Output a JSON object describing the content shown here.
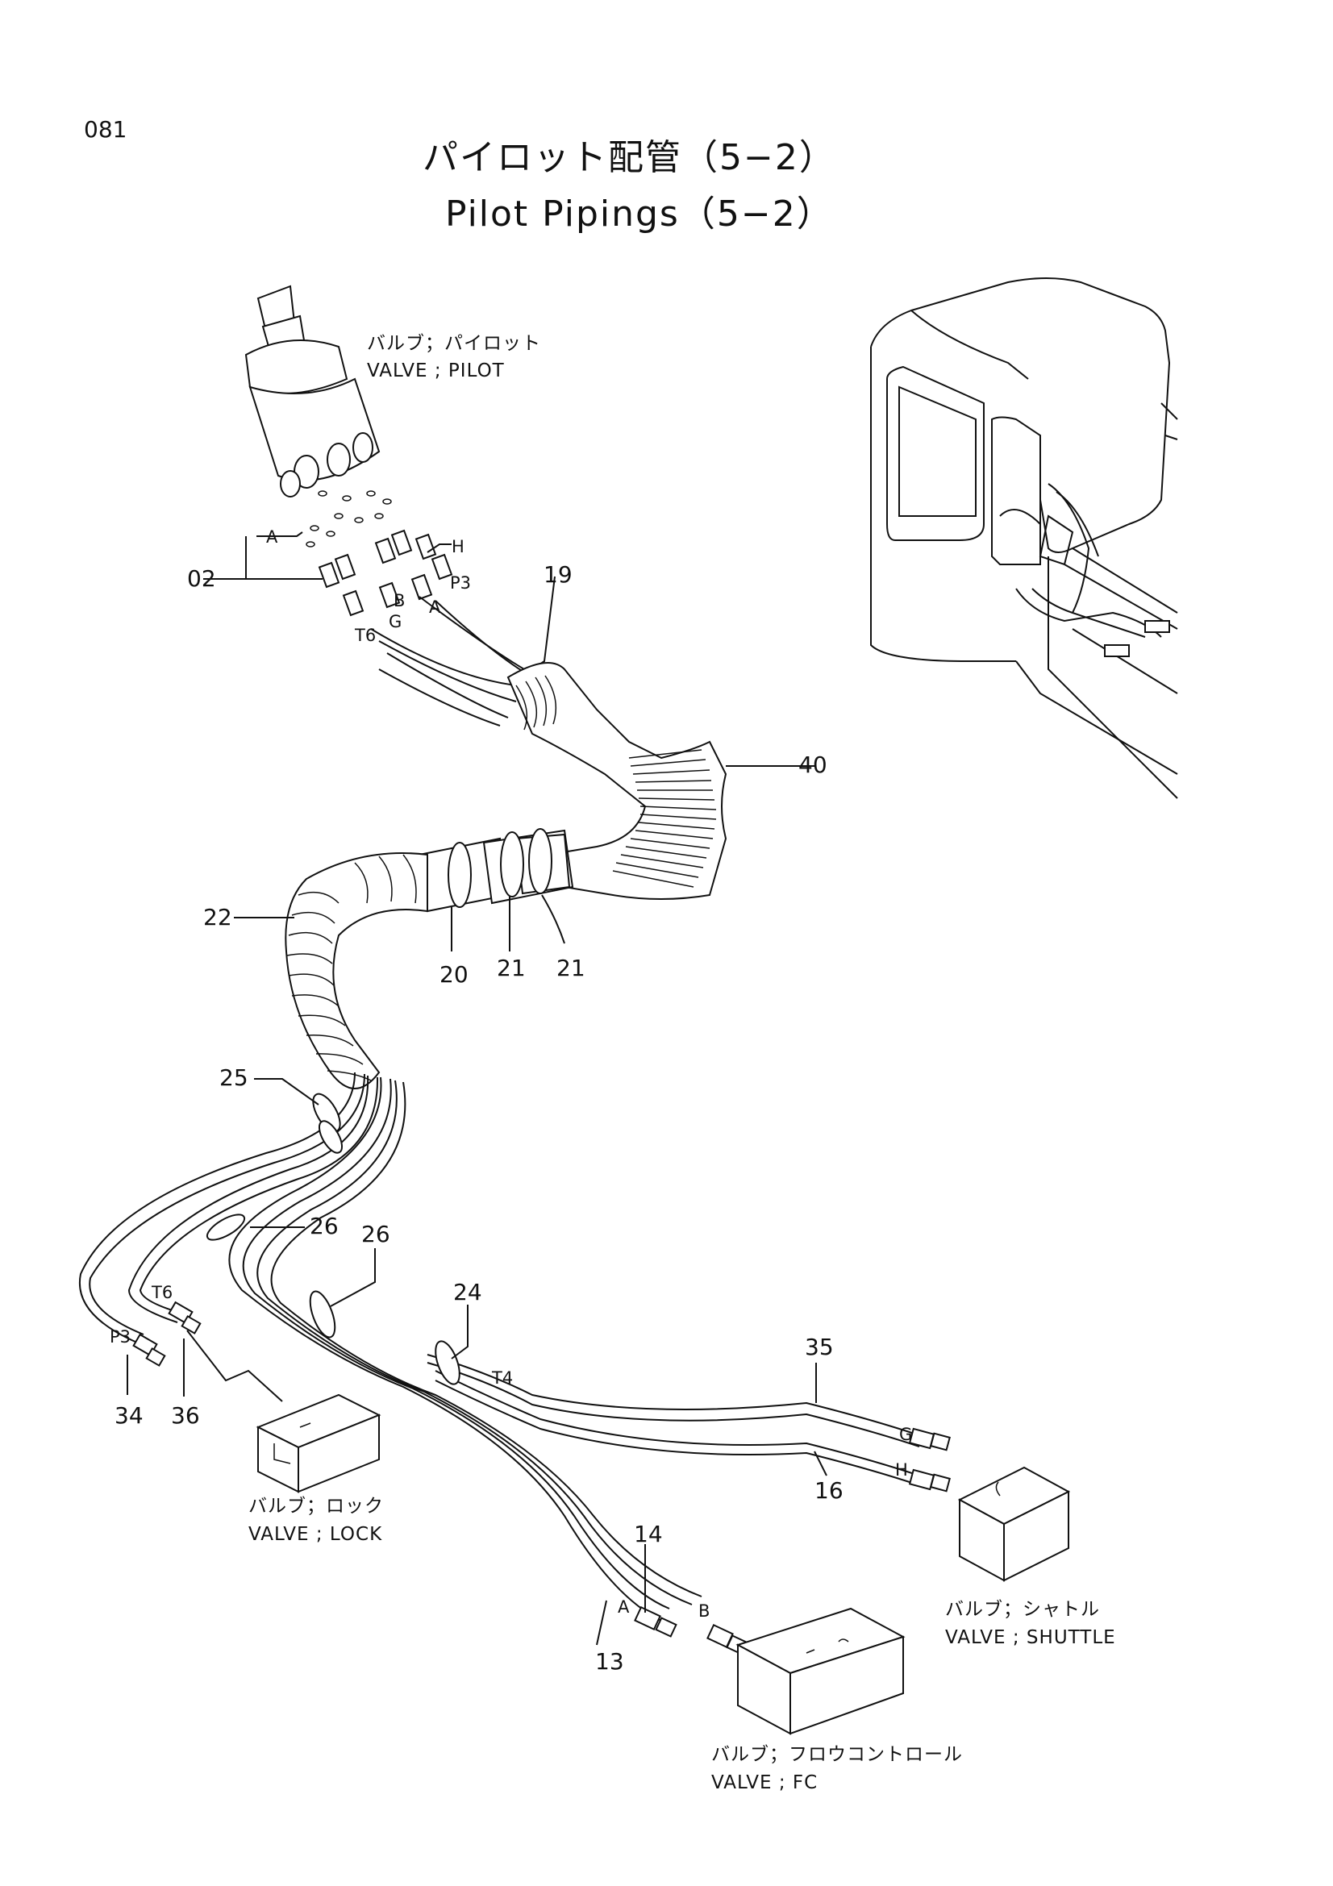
{
  "page_number": "081",
  "title_jp": "パイロット配管（5−2）",
  "title_en": "Pilot Pipings（5−2）",
  "components": {
    "pilot_valve": {
      "jp": "バルブ；パイロット",
      "en": "VALVE ; PILOT"
    },
    "lock_valve": {
      "jp": "バルブ；ロック",
      "en": "VALVE ; LOCK"
    },
    "shuttle_valve": {
      "jp": "バルブ；シャトル",
      "en": "VALVE ; SHUTTLE"
    },
    "fc_valve": {
      "jp": "バルブ；フロウコントロール",
      "en": "VALVE ; FC"
    }
  },
  "part_numbers": {
    "p02": "02",
    "p19": "19",
    "p40": "40",
    "p22": "22",
    "p20": "20",
    "p21a": "21",
    "p21b": "21",
    "p25": "25",
    "p26a": "26",
    "p26b": "26",
    "p24": "24",
    "p35": "35",
    "p16": "16",
    "p14": "14",
    "p13": "13",
    "p34": "34",
    "p36": "36"
  },
  "port_labels": {
    "A_top": "A",
    "H_top": "H",
    "P3_top": "P3",
    "B_top": "B",
    "A_mid": "A",
    "G_top": "G",
    "T6_top": "T6",
    "T6_low": "T6",
    "P3_low": "P3",
    "T4": "T4",
    "G_shuttle": "G",
    "H_shuttle": "H",
    "A_fc": "A",
    "B_fc": "B"
  }
}
